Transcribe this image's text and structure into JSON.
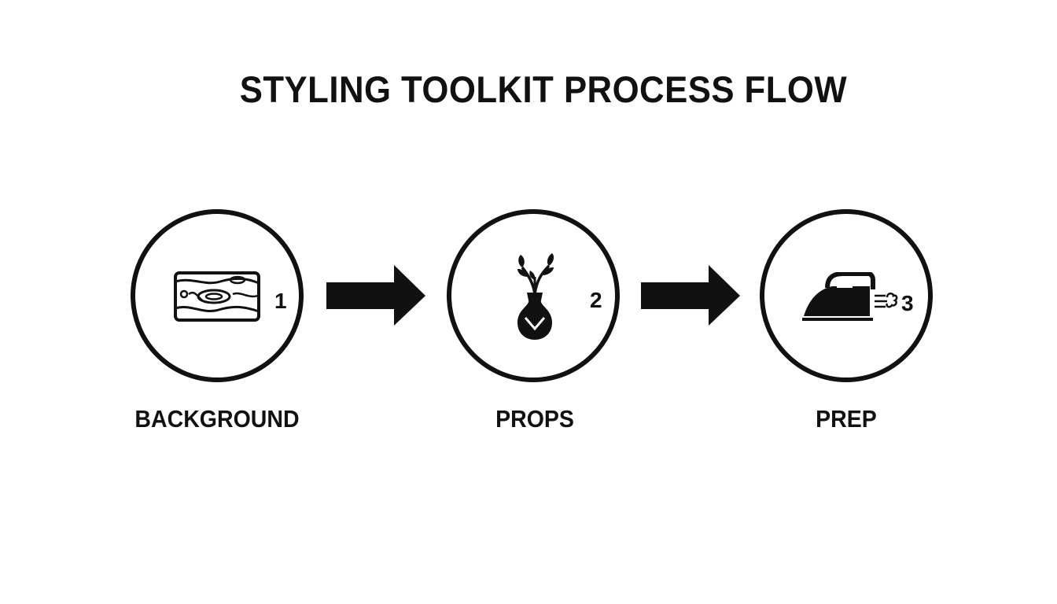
{
  "title": "STYLING TOOLKIT PROCESS FLOW",
  "colors": {
    "ink": "#111111",
    "background": "#ffffff"
  },
  "steps": [
    {
      "number": "1",
      "label": "BACKGROUND",
      "icon": "wood-plank-icon"
    },
    {
      "number": "2",
      "label": "PROPS",
      "icon": "vase-with-plant-icon"
    },
    {
      "number": "3",
      "label": "PREP",
      "icon": "steam-iron-icon"
    }
  ],
  "connectors": [
    {
      "from": "1",
      "to": "2",
      "icon": "right-arrow-icon"
    },
    {
      "from": "2",
      "to": "3",
      "icon": "right-arrow-icon"
    }
  ]
}
